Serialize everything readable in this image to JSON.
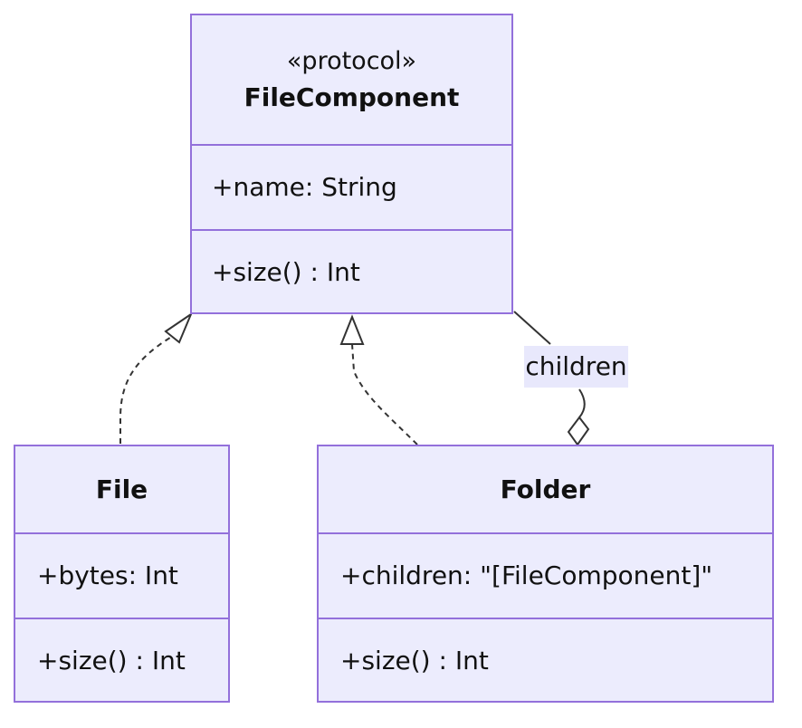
{
  "classes": {
    "file_component": {
      "stereotype": "«protocol»",
      "name": "FileComponent",
      "attributes": [
        "+name: String"
      ],
      "methods": [
        "+size() : Int"
      ]
    },
    "file": {
      "name": "File",
      "attributes": [
        "+bytes: Int"
      ],
      "methods": [
        "+size() : Int"
      ]
    },
    "folder": {
      "name": "Folder",
      "attributes": [
        "+children: \"[FileComponent]\""
      ],
      "methods": [
        "+size() : Int"
      ]
    }
  },
  "relations": [
    {
      "from": "File",
      "to": "FileComponent",
      "type": "realization"
    },
    {
      "from": "Folder",
      "to": "FileComponent",
      "type": "realization"
    },
    {
      "from": "Folder",
      "to": "FileComponent",
      "type": "aggregation",
      "label": "children"
    }
  ],
  "colors": {
    "box_fill": "#ececfd",
    "box_border": "#9370db",
    "line": "#333333",
    "label_bg": "#e8e8fc"
  }
}
